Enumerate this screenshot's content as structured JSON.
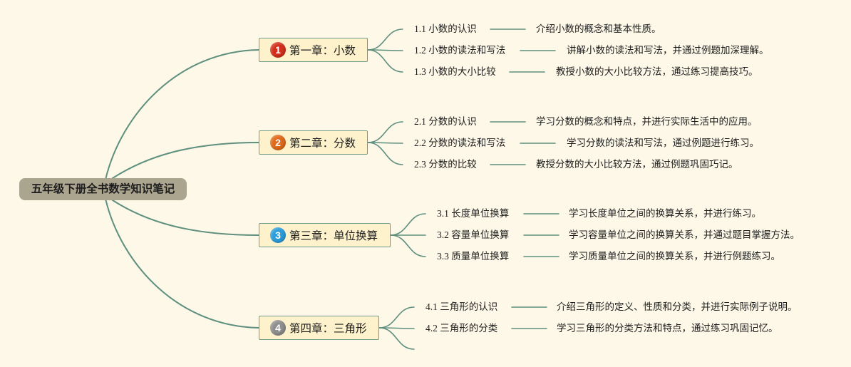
{
  "theme": {
    "background": "#fdf8e8",
    "connector": "#5f8f7e",
    "root_fill": "#aba48e",
    "node_fill": "#fdf2cc",
    "node_border": "#6f9c8b"
  },
  "root": {
    "title": "五年级下册全书数学知识笔记"
  },
  "chapters": [
    {
      "badge": "1",
      "color": "#d2301d",
      "title": "第一章：小数",
      "topics": [
        {
          "label": "1.1 小数的认识",
          "description": "介绍小数的概念和基本性质。"
        },
        {
          "label": "1.2 小数的读法和写法",
          "description": "讲解小数的读法和写法，并通过例题加深理解。"
        },
        {
          "label": "1.3 小数的大小比较",
          "description": "教授小数的大小比较方法，通过练习提高技巧。"
        }
      ]
    },
    {
      "badge": "2",
      "color": "#e0691a",
      "title": "第二章：分数",
      "topics": [
        {
          "label": "2.1 分数的认识",
          "description": "学习分数的概念和特点，并进行实际生活中的应用。"
        },
        {
          "label": "2.2 分数的读法和写法",
          "description": "学习分数的读法和写法，通过例题进行练习。"
        },
        {
          "label": "2.3 分数的比较",
          "description": "教授分数的大小比较方法，通过例题巩固巧记。"
        }
      ]
    },
    {
      "badge": "3",
      "color": "#2a9dda",
      "title": "第三章：单位换算",
      "topics": [
        {
          "label": "3.1 长度单位换算",
          "description": "学习长度单位之间的换算关系，并进行练习。"
        },
        {
          "label": "3.2 容量单位换算",
          "description": "学习容量单位之间的换算关系，并通过题目掌握方法。"
        },
        {
          "label": "3.3 质量单位换算",
          "description": "学习质量单位之间的换算关系，并进行例题练习。"
        }
      ]
    },
    {
      "badge": "4",
      "color": "#8e8e8e",
      "title": "第四章：三角形",
      "topics": [
        {
          "label": "4.1 三角形的认识",
          "description": "介绍三角形的定义、性质和分类，并进行实际例子说明。"
        },
        {
          "label": "4.2 三角形的分类",
          "description": "学习三角形的分类方法和特点，通过练习巩固记忆。"
        }
      ]
    }
  ]
}
